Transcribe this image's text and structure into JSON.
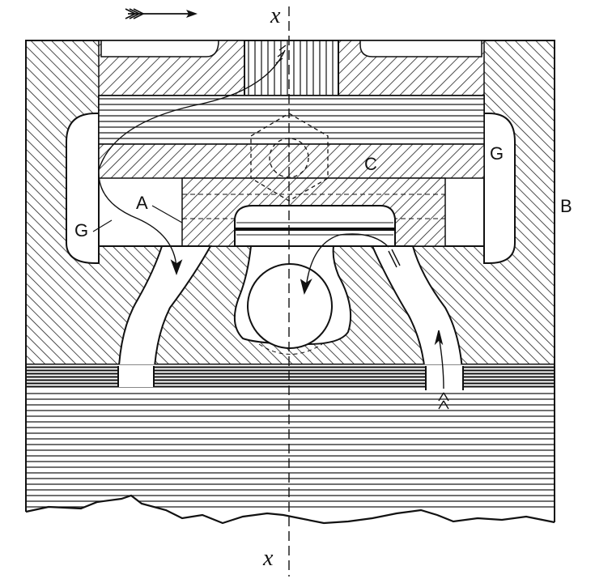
{
  "diagram": {
    "type": "engineering cross-section",
    "axis_labels": {
      "top": "x",
      "bottom": "x"
    },
    "part_labels": {
      "A": "A",
      "B": "B",
      "C": "C",
      "G_left": "G",
      "G_right": "G"
    },
    "flow_direction_arrow": "right",
    "colors": {
      "ink": "#111111",
      "paper": "#ffffff"
    }
  }
}
